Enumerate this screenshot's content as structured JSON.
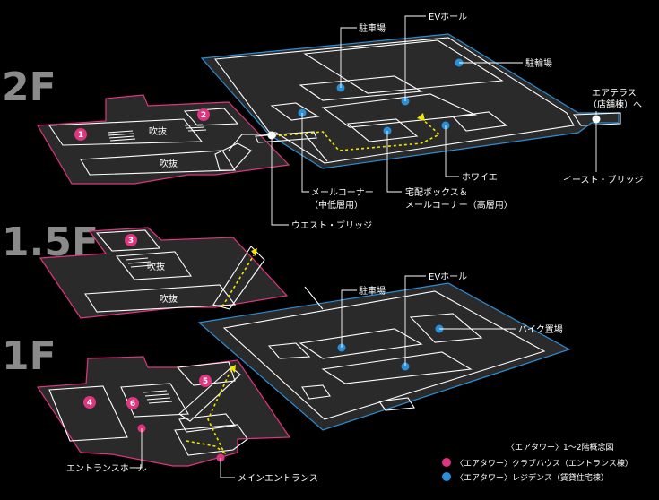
{
  "floors": {
    "f2": "2F",
    "f15": "1.5F",
    "f1": "1F"
  },
  "void_label": "吹抜",
  "markers": {
    "m1": "1",
    "m2": "2",
    "m3": "3",
    "m4": "4",
    "m5": "5",
    "m6": "6"
  },
  "labels_2f": {
    "parking": "駐車場",
    "ev_hall": "EVホール",
    "bicycle": "駐輪場",
    "air_terrace_1": "エアテラス",
    "air_terrace_2": "（店舗棟）へ",
    "mail_corner_1": "メールコーナー",
    "mail_corner_2": "（中低層用）",
    "delivery_1": "宅配ボックス＆",
    "delivery_2": "メールコーナー（高層用）",
    "white": "ホワイエ",
    "east_bridge": "イースト・ブリッジ",
    "west_bridge": "ウエスト・ブリッジ"
  },
  "labels_1f": {
    "parking": "駐車場",
    "ev_hall": "EVホール",
    "bike": "バイク置場",
    "entrance_hall": "エントランスホール",
    "main_entrance": "メインエントランス"
  },
  "legend": {
    "title": "〈エアタワー〉1〜2階概念図",
    "pink": "〈エアタワー〉クラブハウス（エントランス棟）",
    "blue": "〈エアタワー〉レジデンス（賃貸住宅棟）"
  },
  "colors": {
    "pink": "#e0357f",
    "blue": "#2a8fd6",
    "route": "#f2e600",
    "floor_label": "#8a8a8a"
  }
}
